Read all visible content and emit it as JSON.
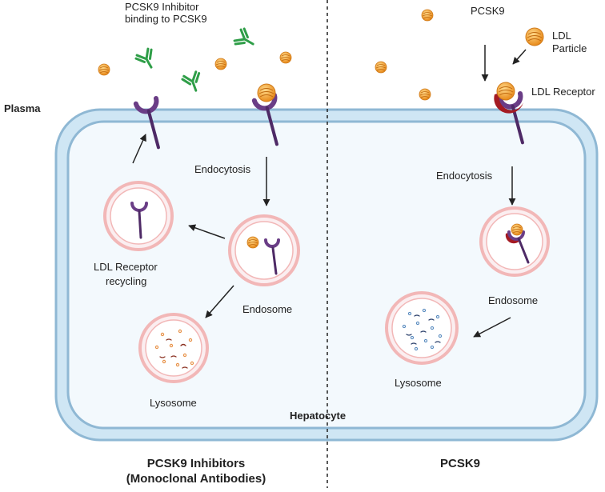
{
  "labels": {
    "plasma": "Plasma",
    "hepatocyte": "Hepatocyte",
    "left_title_line1": "PCSK9 Inhibitors",
    "left_title_line2": "(Monoclonal Antibodies)",
    "right_title": "PCSK9",
    "inhibitor_binding_line1": "PCSK9 Inhibitor",
    "inhibitor_binding_line2": "binding to PCSK9",
    "pcsk9": "PCSK9",
    "ldl_line1": "LDL",
    "ldl_line2": "Particle",
    "ldl_receptor": "LDL Receptor",
    "endocytosis_left": "Endocytosis",
    "endocytosis_right": "Endocytosis",
    "recycling_line1": "LDL Receptor",
    "recycling_line2": "recycling",
    "endosome_left": "Endosome",
    "endosome_right": "Endosome",
    "lysosome_left": "Lysosome",
    "lysosome_right": "Lysosome"
  },
  "colors": {
    "membrane_outer": "#a9cfe8",
    "membrane_inner": "#f2f8fc",
    "receptor": "#6a3d86",
    "pcsk9": "#a41b23",
    "antibody": "#2f9e48",
    "ldl": "#f0a03a",
    "vesicle": "#f2b7b7",
    "arrow": "#222222"
  }
}
